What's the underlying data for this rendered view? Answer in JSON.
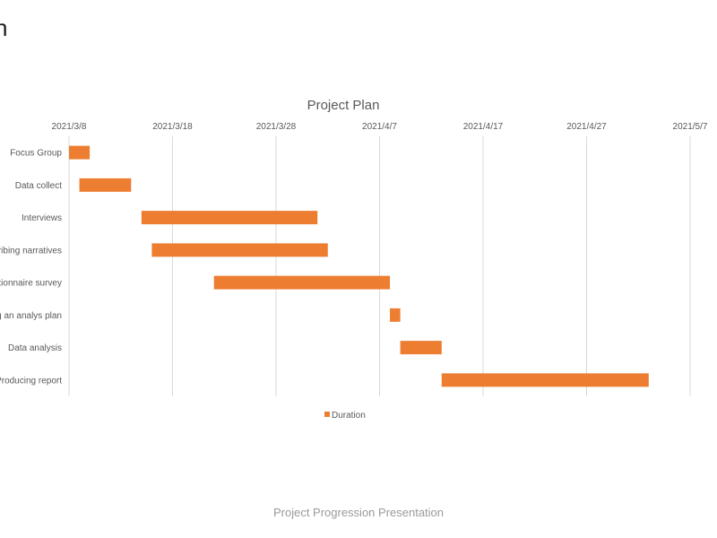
{
  "slide": {
    "heading": "n",
    "footer": "Project Progression Presentation"
  },
  "chart_data": {
    "type": "bar",
    "orientation": "horizontal-gantt",
    "title": "Project Plan",
    "categories": [
      "Focus Group",
      "Data collect",
      "Interviews",
      "ribing narratives",
      "stionnaire survey",
      "g an analys plan",
      "Data analysis",
      "Producing report"
    ],
    "series": [
      {
        "name": "Duration",
        "color": "#ED7D31",
        "start": [
          "2021-03-08",
          "2021-03-09",
          "2021-03-15",
          "2021-03-16",
          "2021-03-22",
          "2021-04-08",
          "2021-04-09",
          "2021-04-13"
        ],
        "end": [
          "2021-03-10",
          "2021-03-14",
          "2021-04-01",
          "2021-04-02",
          "2021-04-08",
          "2021-04-09",
          "2021-04-13",
          "2021-05-03"
        ]
      }
    ],
    "x_ticks": [
      "2021/3/8",
      "2021/3/18",
      "2021/3/28",
      "2021/4/7",
      "2021/4/17",
      "2021/4/27",
      "2021/5/7"
    ],
    "xlim": [
      "2021-03-08",
      "2021-05-07"
    ],
    "x_axis_position": "top",
    "grid": "vertical",
    "legend": "bottom",
    "colors": {
      "grid": "#d9d9d9",
      "label": "#595959",
      "title": "#595959"
    }
  }
}
